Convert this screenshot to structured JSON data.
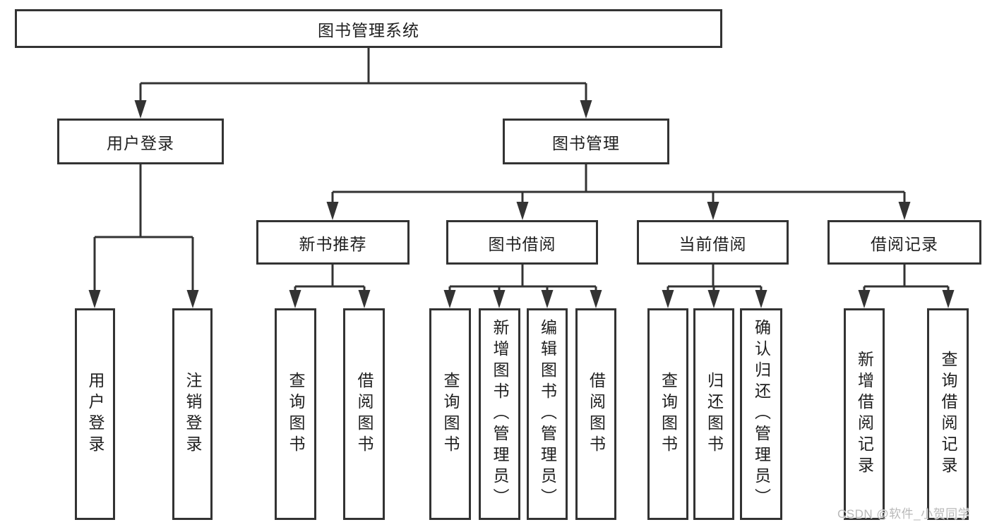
{
  "diagram": {
    "root": {
      "label": "图书管理系统"
    },
    "level2": [
      {
        "label": "用户登录"
      },
      {
        "label": "图书管理"
      }
    ],
    "level3": [
      {
        "label": "新书推荐"
      },
      {
        "label": "图书借阅"
      },
      {
        "label": "当前借阅"
      },
      {
        "label": "借阅记录"
      }
    ],
    "leaves": {
      "user_login": [
        {
          "label": "用户登录"
        },
        {
          "label": "注销登录"
        }
      ],
      "new_book": [
        {
          "label": "查询图书"
        },
        {
          "label": "借阅图书"
        }
      ],
      "book_borrow": [
        {
          "label": "查询图书"
        },
        {
          "label": "新增图书（管理员）"
        },
        {
          "label": "编辑图书（管理员）"
        },
        {
          "label": "借阅图书"
        }
      ],
      "current_borrow": [
        {
          "label": "查询图书"
        },
        {
          "label": "归还图书"
        },
        {
          "label": "确认归还（管理员）"
        }
      ],
      "borrow_records": [
        {
          "label": "新增借阅记录"
        },
        {
          "label": "查询借阅记录"
        }
      ]
    }
  },
  "watermark": {
    "text": "CSDN @软件_小贺同学"
  },
  "colors": {
    "line": "#333333",
    "text": "#1f1f1f",
    "box_background": "#ffffff",
    "page_background": "#ffffff",
    "watermark": "#b9b9b9"
  }
}
